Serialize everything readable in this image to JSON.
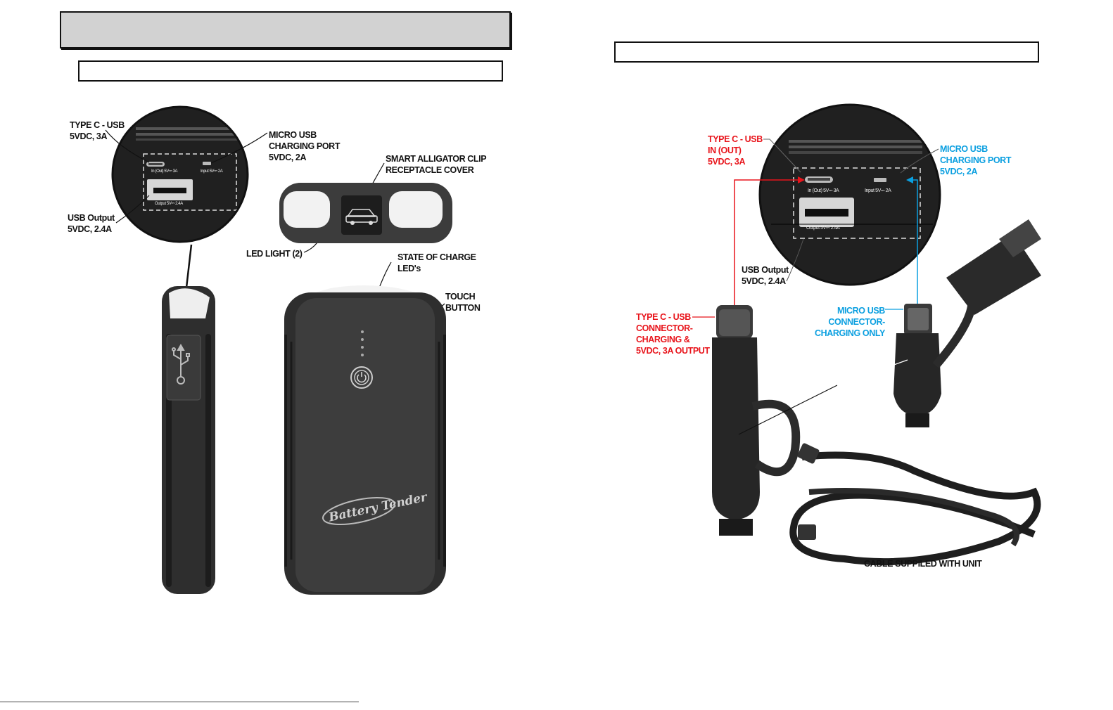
{
  "colors": {
    "red": "#e8141b",
    "blue": "#0a9fe0",
    "device": "#3a3a3a",
    "dark": "#202020"
  },
  "left": {
    "ports": {
      "typec_small": "In (Out) 5V⎓ 3A",
      "micro_small": "Input 5V⎓ 2A",
      "usb_small": "Output 5V⎓ 2.4A"
    },
    "labels": {
      "typec": "TYPE C - USB\n5VDC, 3A",
      "micro": "MICRO USB\nCHARGING PORT\n5VDC, 2A",
      "usb_output": "USB Output\n5VDC, 2.4A",
      "alligator": "SMART ALLIGATOR CLIP\nRECEPTACLE COVER",
      "led_light": "LED LIGHT (2)",
      "state_of_charge": "STATE OF CHARGE\nLED's",
      "touch_button": "TOUCH\nBUTTON"
    },
    "brand": "Battery Tender"
  },
  "right": {
    "ports": {
      "typec_small": "In (Out) 5V⎓ 3A",
      "micro_small": "Input 5V⎓ 2A",
      "usb_small": "Output 5V⎓ 2.4A"
    },
    "labels": {
      "typec_in_out": "TYPE C - USB\nIN (OUT)\n5VDC, 3A",
      "micro_port": "MICRO USB\nCHARGING PORT\n5VDC, 2A",
      "usb_output": "USB Output\n5VDC, 2.4A",
      "typec_connector": "TYPE C - USB\nCONNECTOR-\nCHARGING &\n5VDC, 3A OUTPUT",
      "micro_connector": "MICRO USB\nCONNECTOR-\nCHARGING ONLY",
      "cable": "CABLE SUPPILED WITH UNIT"
    }
  }
}
